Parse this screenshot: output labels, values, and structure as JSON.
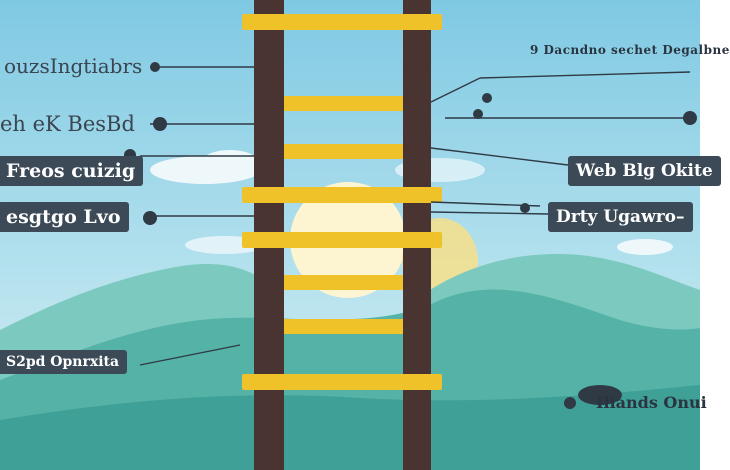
{
  "colors": {
    "sky_top": "#8fd0e6",
    "sky_bottom": "#c7e9f2",
    "hill_dark": "#3fa49a",
    "hill_light": "#7cc8bd",
    "rail": "#4a3431",
    "rung": "#f0c22a",
    "sun": "#fdf1c6",
    "label_box": "#3c4a57"
  },
  "labels": {
    "left_1": "ouzsIngtiabrs",
    "left_2": "eh eK BesBd",
    "left_3": "Freos cuizig",
    "left_4": "esgtgo Lvo",
    "left_5": "S2pd Opnrxita",
    "right_1": "9 Dacndno sechet Degalbne",
    "right_3": "Web Blg Okite",
    "right_4": "Drty Ugawro–",
    "right_5": "Iliands Onui"
  }
}
